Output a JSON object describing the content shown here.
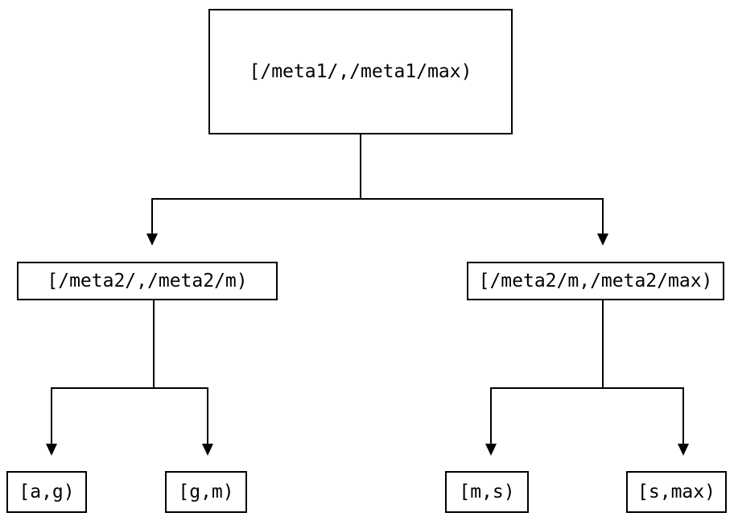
{
  "diagram": {
    "type": "tree",
    "title": "",
    "background_color": "#ffffff",
    "line_color": "#000000",
    "text_color": "#000000",
    "nodes": {
      "root": {
        "label": "[/meta1/,/meta1/max)",
        "level": 0
      },
      "mid_left": {
        "label": "[/meta2/,/meta2/m)",
        "level": 1
      },
      "mid_right": {
        "label": "[/meta2/m,/meta2/max)",
        "level": 1
      },
      "leaf_1": {
        "label": "[a,g)",
        "level": 2
      },
      "leaf_2": {
        "label": "[g,m)",
        "level": 2
      },
      "leaf_3": {
        "label": "[m,s)",
        "level": 2
      },
      "leaf_4": {
        "label": "[s,max)",
        "level": 2
      }
    },
    "edges": [
      {
        "from": "root",
        "to": "mid_left",
        "arrow": "down"
      },
      {
        "from": "root",
        "to": "mid_right",
        "arrow": "down"
      },
      {
        "from": "mid_left",
        "to": "leaf_1",
        "arrow": "down"
      },
      {
        "from": "mid_left",
        "to": "leaf_2",
        "arrow": "down"
      },
      {
        "from": "mid_right",
        "to": "leaf_3",
        "arrow": "down"
      },
      {
        "from": "mid_right",
        "to": "leaf_4",
        "arrow": "down"
      }
    ]
  }
}
